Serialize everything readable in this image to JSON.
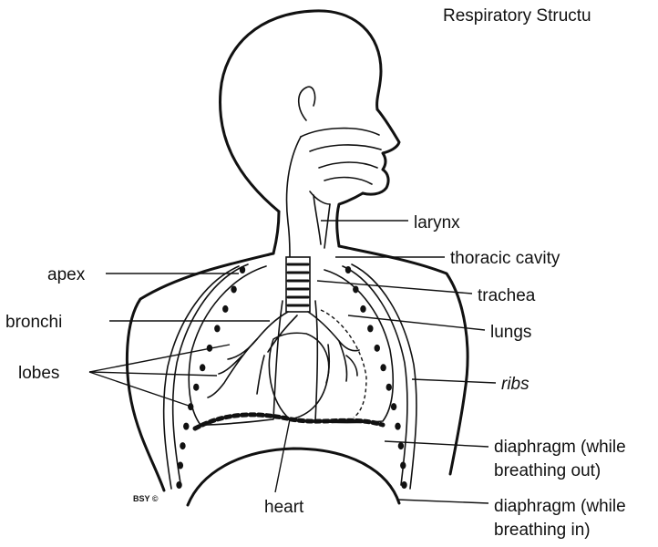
{
  "title": "Respiratory Structu",
  "credit": "BSY ©",
  "labels": {
    "larynx": "larynx",
    "thoracic_cavity": "thoracic cavity",
    "apex": "apex",
    "trachea": "trachea",
    "bronchi": "bronchi",
    "lungs": "lungs",
    "lobes": "lobes",
    "ribs": "ribs",
    "heart": "heart",
    "diaphragm_out_line1": "diaphragm (while",
    "diaphragm_out_line2": "breathing out)",
    "diaphragm_in_line1": "diaphragm (while",
    "diaphragm_in_line2": "breathing in)"
  }
}
